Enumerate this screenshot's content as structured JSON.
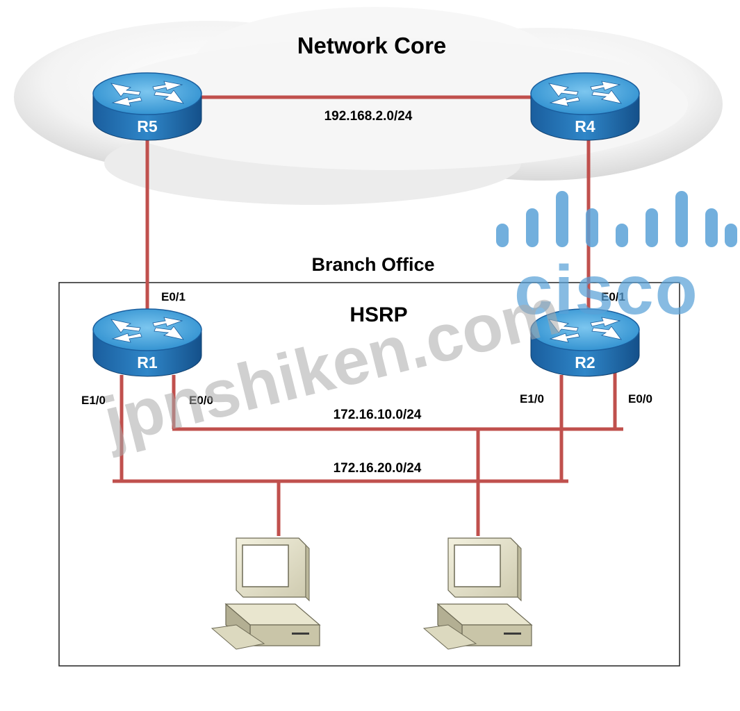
{
  "diagram": {
    "title": "Network Core",
    "branch_label": "Branch Office",
    "hsrp_label": "HSRP",
    "routers": [
      {
        "id": "R5",
        "label": "R5"
      },
      {
        "id": "R4",
        "label": "R4"
      },
      {
        "id": "R1",
        "label": "R1"
      },
      {
        "id": "R2",
        "label": "R2"
      }
    ],
    "networks": {
      "core": "192.168.2.0/24",
      "lan10": "172.16.10.0/24",
      "lan20": "172.16.20.0/24"
    },
    "interfaces": {
      "r1_e01": "E0/1",
      "r1_e10": "E1/0",
      "r1_e00": "E0/0",
      "r2_e01": "E0/1",
      "r2_e10": "E1/0",
      "r2_e00": "E0/0"
    },
    "hosts": [
      {
        "id": "pc-left"
      },
      {
        "id": "pc-right"
      }
    ]
  },
  "watermark": {
    "text": "jpnshiken.com",
    "logo_text": "cisco"
  },
  "colors": {
    "link": "#c0504d",
    "router_top": "#3fa3dc",
    "router_side": "#1565a8",
    "logo": "#5aa2d8",
    "pc": "#e7e4cc"
  }
}
